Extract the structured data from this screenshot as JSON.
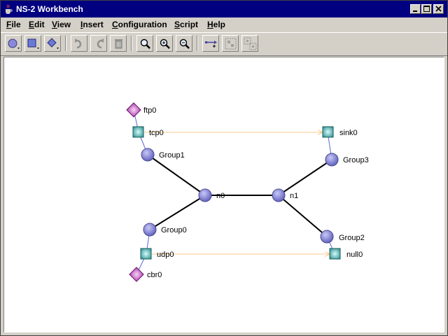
{
  "window": {
    "title": "NS-2 Workbench"
  },
  "menu": [
    "File",
    "Edit",
    "View",
    "Insert",
    "Configuration",
    "Script",
    "Help"
  ],
  "toolbar": {
    "buttons": [
      {
        "name": "circle-node-tool-button",
        "icon": "circle-node-icon"
      },
      {
        "name": "square-agent-tool-button",
        "icon": "square-agent-icon"
      },
      {
        "name": "diamond-app-tool-button",
        "icon": "diamond-app-icon"
      },
      {
        "name": "undo-button",
        "icon": "undo-icon"
      },
      {
        "name": "redo-button",
        "icon": "redo-icon"
      },
      {
        "name": "delete-button",
        "icon": "trash-icon"
      },
      {
        "name": "zoom-button",
        "icon": "magnifier-icon"
      },
      {
        "name": "zoom-in-button",
        "icon": "zoom-in-icon"
      },
      {
        "name": "zoom-out-button",
        "icon": "zoom-out-icon"
      },
      {
        "name": "add-link-button",
        "icon": "link-icon"
      },
      {
        "name": "group-button",
        "icon": "group-icon"
      },
      {
        "name": "ungroup-button",
        "icon": "ungroup-icon"
      }
    ]
  },
  "colors": {
    "titlebar": "#000080",
    "node_fill": "#8a8ad8",
    "agent_fill": "#4aa9a9",
    "app_fill": "#b040b0",
    "flow_line": "#f8c888",
    "link_line": "#000000",
    "attach_line": "#5a6ad8"
  },
  "topology": {
    "nodes": [
      {
        "id": "n0",
        "label": "n0"
      },
      {
        "id": "n1",
        "label": "n1"
      },
      {
        "id": "g1",
        "label": "Group1"
      },
      {
        "id": "g0",
        "label": "Group0"
      },
      {
        "id": "g3",
        "label": "Group3"
      },
      {
        "id": "g2",
        "label": "Group2"
      }
    ],
    "agents": [
      {
        "id": "tcp0",
        "label": "tcp0"
      },
      {
        "id": "udp0",
        "label": "udp0"
      },
      {
        "id": "sink0",
        "label": "sink0"
      },
      {
        "id": "null0",
        "label": "null0"
      }
    ],
    "apps": [
      {
        "id": "ftp0",
        "label": "ftp0"
      },
      {
        "id": "cbr0",
        "label": "cbr0"
      }
    ]
  }
}
